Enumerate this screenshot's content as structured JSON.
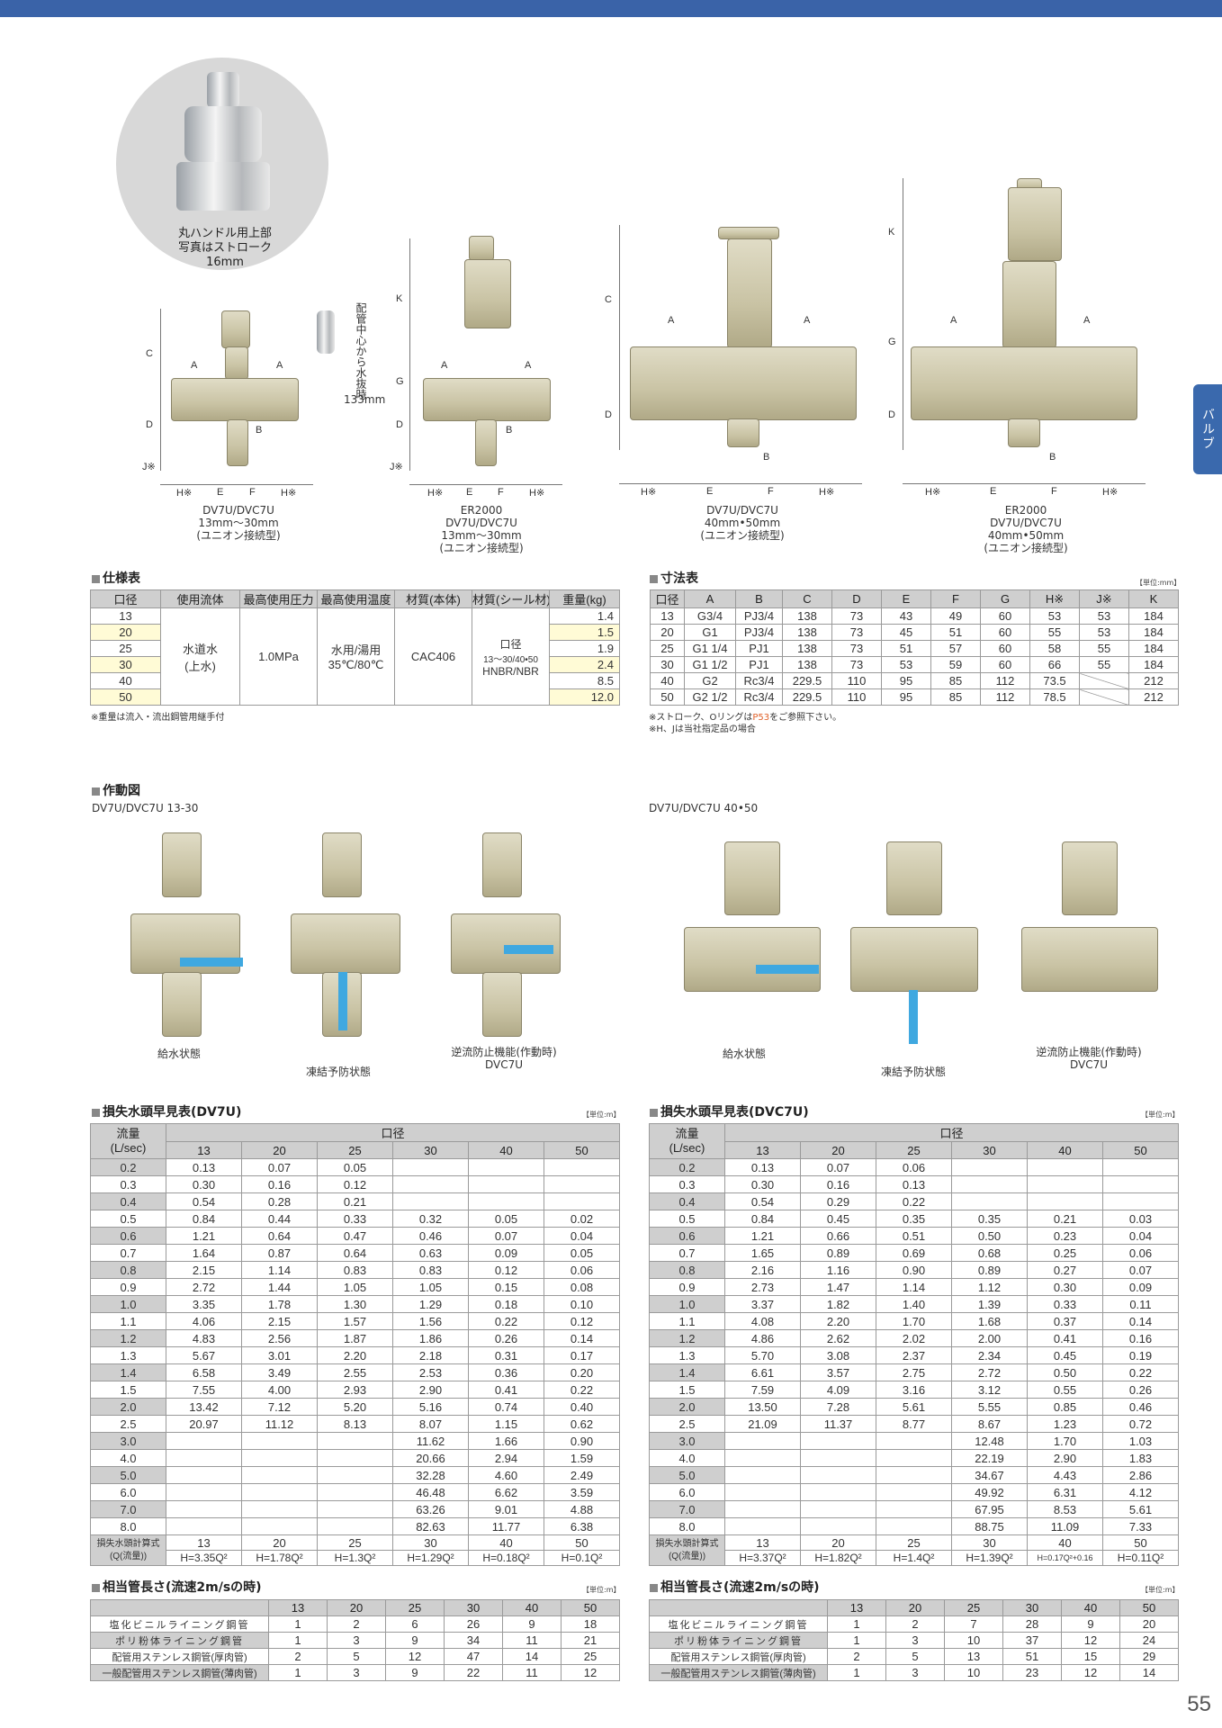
{
  "page": {
    "number": "55",
    "side_tab": "バルブ"
  },
  "photo_caption": [
    "丸ハンドル用上部",
    "写真はストローク",
    "16mm"
  ],
  "drain_note": [
    "配管中心から水抜時",
    "133mm"
  ],
  "diagrams": [
    {
      "captions": [
        "DV7U/DVC7U",
        "13mm〜30mm",
        "(ユニオン接続型)"
      ]
    },
    {
      "captions": [
        "ER2000",
        "DV7U/DVC7U",
        "13mm〜30mm",
        "(ユニオン接続型)"
      ]
    },
    {
      "captions": [
        "DV7U/DVC7U",
        "40mm•50mm",
        "(ユニオン接続型)"
      ]
    },
    {
      "captions": [
        "ER2000",
        "DV7U/DVC7U",
        "40mm•50mm",
        "(ユニオン接続型)"
      ]
    }
  ],
  "dim_labels": {
    "A": "A",
    "B": "B",
    "C": "C",
    "D": "D",
    "E": "E",
    "F": "F",
    "G": "G",
    "H": "H※",
    "J": "J※",
    "K": "K"
  },
  "spec": {
    "title": "仕様表",
    "headers": [
      "口径",
      "使用流体",
      "最高使用圧力",
      "最高使用温度",
      "材質(本体)",
      "材質(シール材)",
      "重量(kg)"
    ],
    "sizes": [
      "13",
      "20",
      "25",
      "30",
      "40",
      "50"
    ],
    "weights": [
      "1.4",
      "1.5",
      "1.9",
      "2.4",
      "8.5",
      "12.0"
    ],
    "fluid": [
      "水道水",
      "(上水)"
    ],
    "pressure": "1.0MPa",
    "temp": [
      "水用/湯用",
      "35℃/80℃"
    ],
    "body": "CAC406",
    "seal": [
      "口径",
      "13〜30/40•50",
      "HNBR/NBR"
    ],
    "note": "※重量は流入・流出鋼管用継手付"
  },
  "dims": {
    "title": "寸法表",
    "unit": "【単位:mm】",
    "headers": [
      "口径",
      "A",
      "B",
      "C",
      "D",
      "E",
      "F",
      "G",
      "H※",
      "J※",
      "K"
    ],
    "rows": [
      [
        "13",
        "G3/4",
        "PJ3/4",
        "138",
        "73",
        "43",
        "49",
        "60",
        "53",
        "53",
        "184"
      ],
      [
        "20",
        "G1",
        "PJ3/4",
        "138",
        "73",
        "45",
        "51",
        "60",
        "55",
        "53",
        "184"
      ],
      [
        "25",
        "G1 1/4",
        "PJ1",
        "138",
        "73",
        "51",
        "57",
        "60",
        "58",
        "55",
        "184"
      ],
      [
        "30",
        "G1 1/2",
        "PJ1",
        "138",
        "73",
        "53",
        "59",
        "60",
        "66",
        "55",
        "184"
      ],
      [
        "40",
        "G2",
        "Rc3/4",
        "229.5",
        "110",
        "95",
        "85",
        "112",
        "73.5",
        "",
        "212"
      ],
      [
        "50",
        "G2 1/2",
        "Rc3/4",
        "229.5",
        "110",
        "95",
        "85",
        "112",
        "78.5",
        "",
        "212"
      ]
    ],
    "note1_pre": "※ストローク、Oリングは",
    "note1_link": "P53",
    "note1_post": "をご参照下さい。",
    "note2": "※H、Jは当社指定品の場合"
  },
  "operation": {
    "title": "作動図",
    "left_title": "DV7U/DVC7U 13-30",
    "right_title": "DV7U/DVC7U 40•50",
    "state_supply": "給水状態",
    "state_freeze": "凍結予防状態",
    "state_backflow": [
      "逆流防止機能(作動時)",
      "DVC7U"
    ]
  },
  "loss_dv7u": {
    "title": "損失水頭早見表(DV7U)",
    "unit": "【単位:m】",
    "h_flow": [
      "流量",
      "(L/sec)"
    ],
    "h_bore": "口径",
    "sizes": [
      "13",
      "20",
      "25",
      "30",
      "40",
      "50"
    ],
    "rows": [
      [
        "0.2",
        "0.13",
        "0.07",
        "0.05",
        "",
        "",
        ""
      ],
      [
        "0.3",
        "0.30",
        "0.16",
        "0.12",
        "",
        "",
        ""
      ],
      [
        "0.4",
        "0.54",
        "0.28",
        "0.21",
        "",
        "",
        ""
      ],
      [
        "0.5",
        "0.84",
        "0.44",
        "0.33",
        "0.32",
        "0.05",
        "0.02"
      ],
      [
        "0.6",
        "1.21",
        "0.64",
        "0.47",
        "0.46",
        "0.07",
        "0.04"
      ],
      [
        "0.7",
        "1.64",
        "0.87",
        "0.64",
        "0.63",
        "0.09",
        "0.05"
      ],
      [
        "0.8",
        "2.15",
        "1.14",
        "0.83",
        "0.83",
        "0.12",
        "0.06"
      ],
      [
        "0.9",
        "2.72",
        "1.44",
        "1.05",
        "1.05",
        "0.15",
        "0.08"
      ],
      [
        "1.0",
        "3.35",
        "1.78",
        "1.30",
        "1.29",
        "0.18",
        "0.10"
      ],
      [
        "1.1",
        "4.06",
        "2.15",
        "1.57",
        "1.56",
        "0.22",
        "0.12"
      ],
      [
        "1.2",
        "4.83",
        "2.56",
        "1.87",
        "1.86",
        "0.26",
        "0.14"
      ],
      [
        "1.3",
        "5.67",
        "3.01",
        "2.20",
        "2.18",
        "0.31",
        "0.17"
      ],
      [
        "1.4",
        "6.58",
        "3.49",
        "2.55",
        "2.53",
        "0.36",
        "0.20"
      ],
      [
        "1.5",
        "7.55",
        "4.00",
        "2.93",
        "2.90",
        "0.41",
        "0.22"
      ],
      [
        "2.0",
        "13.42",
        "7.12",
        "5.20",
        "5.16",
        "0.74",
        "0.40"
      ],
      [
        "2.5",
        "20.97",
        "11.12",
        "8.13",
        "8.07",
        "1.15",
        "0.62"
      ],
      [
        "3.0",
        "",
        "",
        "",
        "11.62",
        "1.66",
        "0.90"
      ],
      [
        "4.0",
        "",
        "",
        "",
        "20.66",
        "2.94",
        "1.59"
      ],
      [
        "5.0",
        "",
        "",
        "",
        "32.28",
        "4.60",
        "2.49"
      ],
      [
        "6.0",
        "",
        "",
        "",
        "46.48",
        "6.62",
        "3.59"
      ],
      [
        "7.0",
        "",
        "",
        "",
        "63.26",
        "9.01",
        "4.88"
      ],
      [
        "8.0",
        "",
        "",
        "",
        "82.63",
        "11.77",
        "6.38"
      ]
    ],
    "formula_label": [
      "損失水頭計算式",
      "(Q(流量))"
    ],
    "formulas": [
      "H=3.35Q²",
      "H=1.78Q²",
      "H=1.3Q²",
      "H=1.29Q²",
      "H=0.18Q²",
      "H=0.1Q²"
    ]
  },
  "loss_dvc7u": {
    "title": "損失水頭早見表(DVC7U)",
    "unit": "【単位:m】",
    "h_flow": [
      "流量",
      "(L/sec)"
    ],
    "h_bore": "口径",
    "sizes": [
      "13",
      "20",
      "25",
      "30",
      "40",
      "50"
    ],
    "rows": [
      [
        "0.2",
        "0.13",
        "0.07",
        "0.06",
        "",
        "",
        ""
      ],
      [
        "0.3",
        "0.30",
        "0.16",
        "0.13",
        "",
        "",
        ""
      ],
      [
        "0.4",
        "0.54",
        "0.29",
        "0.22",
        "",
        "",
        ""
      ],
      [
        "0.5",
        "0.84",
        "0.45",
        "0.35",
        "0.35",
        "0.21",
        "0.03"
      ],
      [
        "0.6",
        "1.21",
        "0.66",
        "0.51",
        "0.50",
        "0.23",
        "0.04"
      ],
      [
        "0.7",
        "1.65",
        "0.89",
        "0.69",
        "0.68",
        "0.25",
        "0.06"
      ],
      [
        "0.8",
        "2.16",
        "1.16",
        "0.90",
        "0.89",
        "0.27",
        "0.07"
      ],
      [
        "0.9",
        "2.73",
        "1.47",
        "1.14",
        "1.12",
        "0.30",
        "0.09"
      ],
      [
        "1.0",
        "3.37",
        "1.82",
        "1.40",
        "1.39",
        "0.33",
        "0.11"
      ],
      [
        "1.1",
        "4.08",
        "2.20",
        "1.70",
        "1.68",
        "0.37",
        "0.14"
      ],
      [
        "1.2",
        "4.86",
        "2.62",
        "2.02",
        "2.00",
        "0.41",
        "0.16"
      ],
      [
        "1.3",
        "5.70",
        "3.08",
        "2.37",
        "2.34",
        "0.45",
        "0.19"
      ],
      [
        "1.4",
        "6.61",
        "3.57",
        "2.75",
        "2.72",
        "0.50",
        "0.22"
      ],
      [
        "1.5",
        "7.59",
        "4.09",
        "3.16",
        "3.12",
        "0.55",
        "0.26"
      ],
      [
        "2.0",
        "13.50",
        "7.28",
        "5.61",
        "5.55",
        "0.85",
        "0.46"
      ],
      [
        "2.5",
        "21.09",
        "11.37",
        "8.77",
        "8.67",
        "1.23",
        "0.72"
      ],
      [
        "3.0",
        "",
        "",
        "",
        "12.48",
        "1.70",
        "1.03"
      ],
      [
        "4.0",
        "",
        "",
        "",
        "22.19",
        "2.90",
        "1.83"
      ],
      [
        "5.0",
        "",
        "",
        "",
        "34.67",
        "4.43",
        "2.86"
      ],
      [
        "6.0",
        "",
        "",
        "",
        "49.92",
        "6.31",
        "4.12"
      ],
      [
        "7.0",
        "",
        "",
        "",
        "67.95",
        "8.53",
        "5.61"
      ],
      [
        "8.0",
        "",
        "",
        "",
        "88.75",
        "11.09",
        "7.33"
      ]
    ],
    "formula_label": [
      "損失水頭計算式",
      "(Q(流量))"
    ],
    "formulas": [
      "H=3.37Q²",
      "H=1.82Q²",
      "H=1.4Q²",
      "H=1.39Q²",
      "H=0.17Q²+0.16",
      "H=0.11Q²"
    ]
  },
  "equiv_left": {
    "title": "相当管長さ(流速2m/sの時)",
    "unit": "【単位:m】",
    "sizes": [
      "13",
      "20",
      "25",
      "30",
      "40",
      "50"
    ],
    "rows": [
      [
        "塩化ビニルライニング鋼管",
        "1",
        "2",
        "6",
        "26",
        "9",
        "18"
      ],
      [
        "ポリ粉体ライニング鋼管",
        "1",
        "3",
        "9",
        "34",
        "11",
        "21"
      ],
      [
        "配管用ステンレス鋼管(厚肉管)",
        "2",
        "5",
        "12",
        "47",
        "14",
        "25"
      ],
      [
        "一般配管用ステンレス鋼管(薄肉管)",
        "1",
        "3",
        "9",
        "22",
        "11",
        "12"
      ]
    ]
  },
  "equiv_right": {
    "title": "相当管長さ(流速2m/sの時)",
    "unit": "【単位:m】",
    "sizes": [
      "13",
      "20",
      "25",
      "30",
      "40",
      "50"
    ],
    "rows": [
      [
        "塩化ビニルライニング鋼管",
        "1",
        "2",
        "7",
        "28",
        "9",
        "20"
      ],
      [
        "ポリ粉体ライニング鋼管",
        "1",
        "3",
        "10",
        "37",
        "12",
        "24"
      ],
      [
        "配管用ステンレス鋼管(厚肉管)",
        "2",
        "5",
        "13",
        "51",
        "15",
        "29"
      ],
      [
        "一般配管用ステンレス鋼管(薄肉管)",
        "1",
        "3",
        "10",
        "23",
        "12",
        "14"
      ]
    ]
  }
}
